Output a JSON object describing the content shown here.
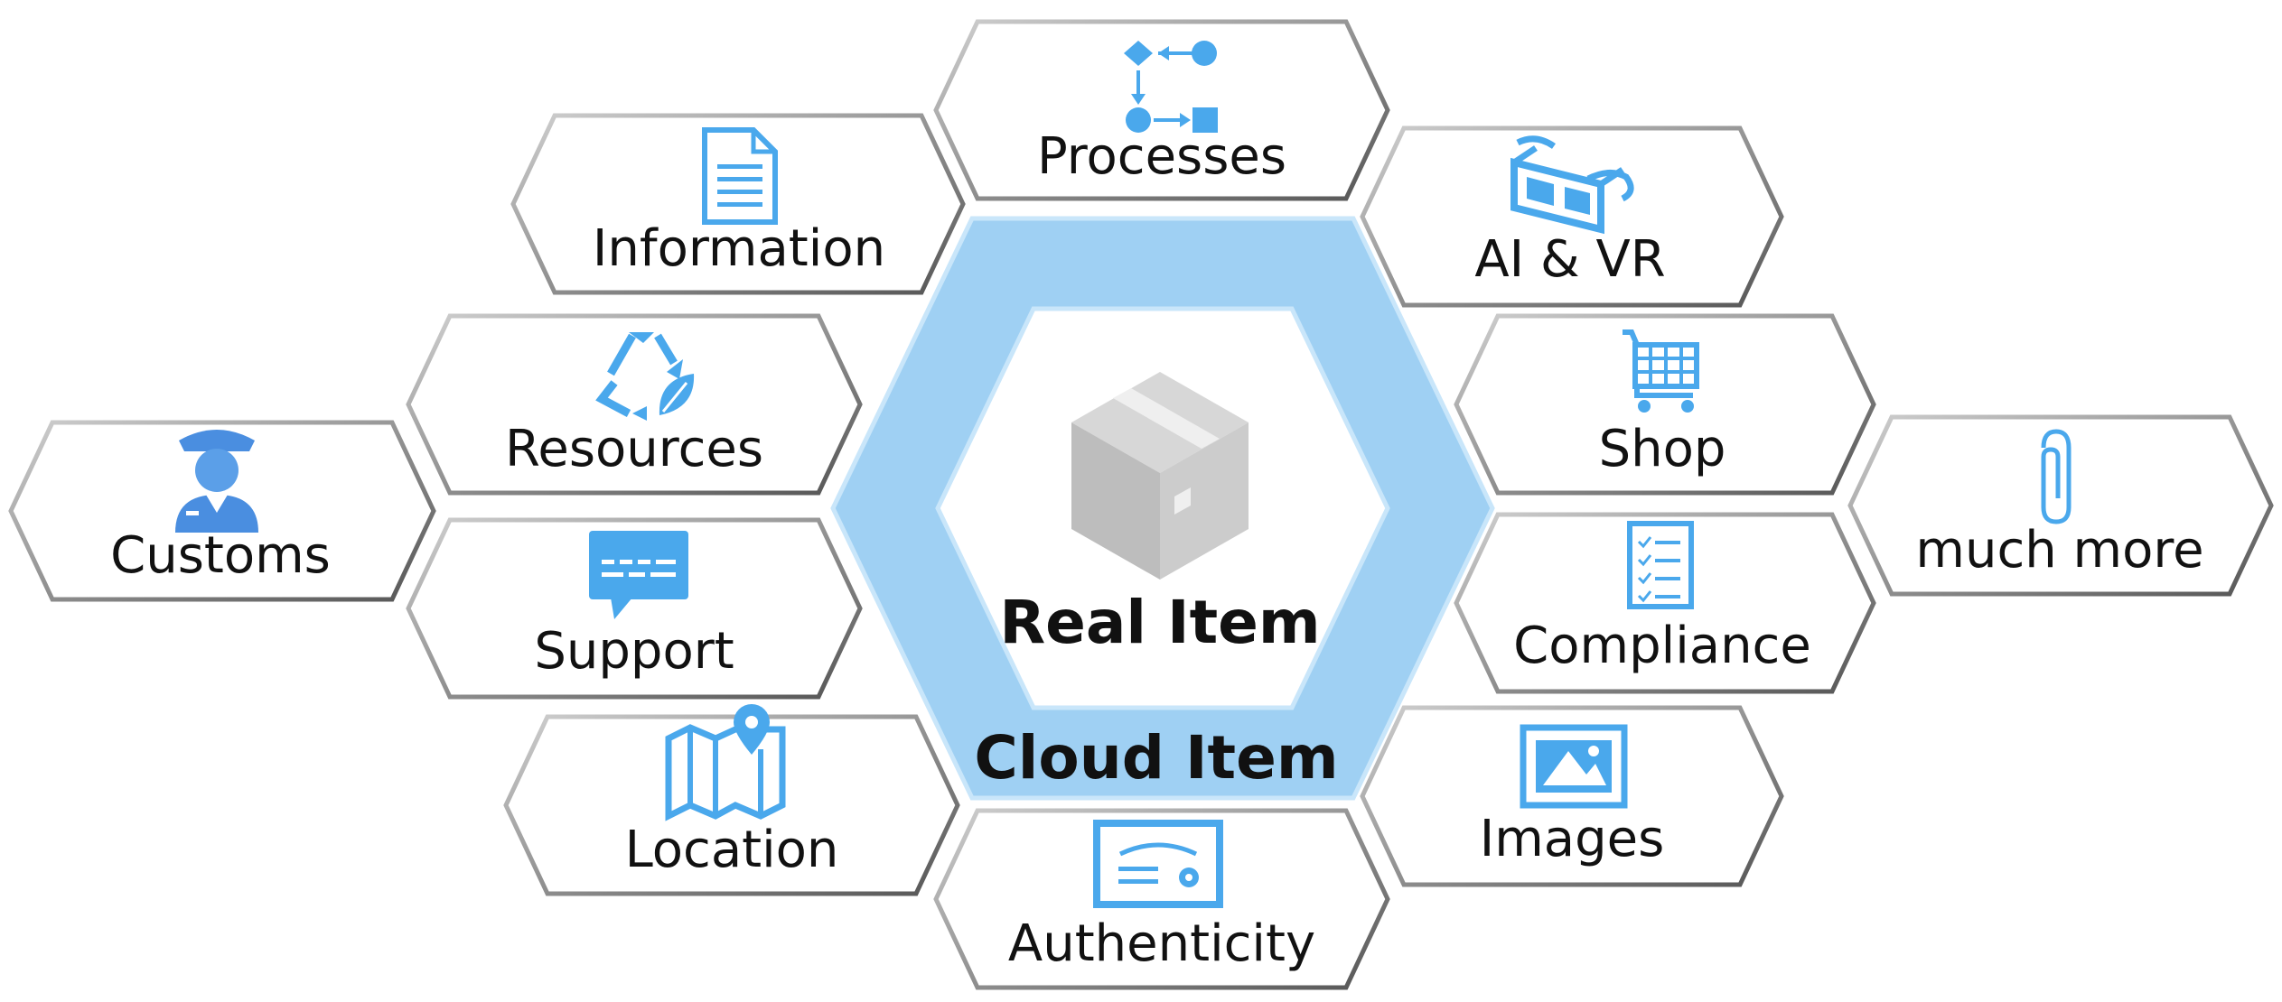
{
  "center": {
    "inner_label": "Real Item",
    "outer_label": "Cloud Item",
    "outer_color": "#9fd0f3",
    "box_color": "#c9c9c9"
  },
  "tiles": [
    {
      "id": "processes",
      "label": "Processes",
      "icon": "flowchart-icon"
    },
    {
      "id": "information",
      "label": "Information",
      "icon": "document-icon"
    },
    {
      "id": "ai-vr",
      "label": "AI & VR",
      "icon": "3d-glasses-icon"
    },
    {
      "id": "resources",
      "label": "Resources",
      "icon": "recycle-leaf-icon"
    },
    {
      "id": "shop",
      "label": "Shop",
      "icon": "shopping-cart-icon"
    },
    {
      "id": "customs",
      "label": "Customs",
      "icon": "customs-officer-icon"
    },
    {
      "id": "much-more",
      "label": "much more",
      "icon": "paperclip-icon"
    },
    {
      "id": "support",
      "label": "Support",
      "icon": "chat-bubble-icon"
    },
    {
      "id": "compliance",
      "label": "Compliance",
      "icon": "checklist-icon"
    },
    {
      "id": "location",
      "label": "Location",
      "icon": "map-pin-icon"
    },
    {
      "id": "images",
      "label": "Images",
      "icon": "image-icon"
    },
    {
      "id": "authenticity",
      "label": "Authenticity",
      "icon": "certificate-icon"
    }
  ],
  "colors": {
    "icon": "#4aa8ec",
    "tile_border_light": "#c4c4c4",
    "tile_border_dark": "#5f5f5f"
  }
}
